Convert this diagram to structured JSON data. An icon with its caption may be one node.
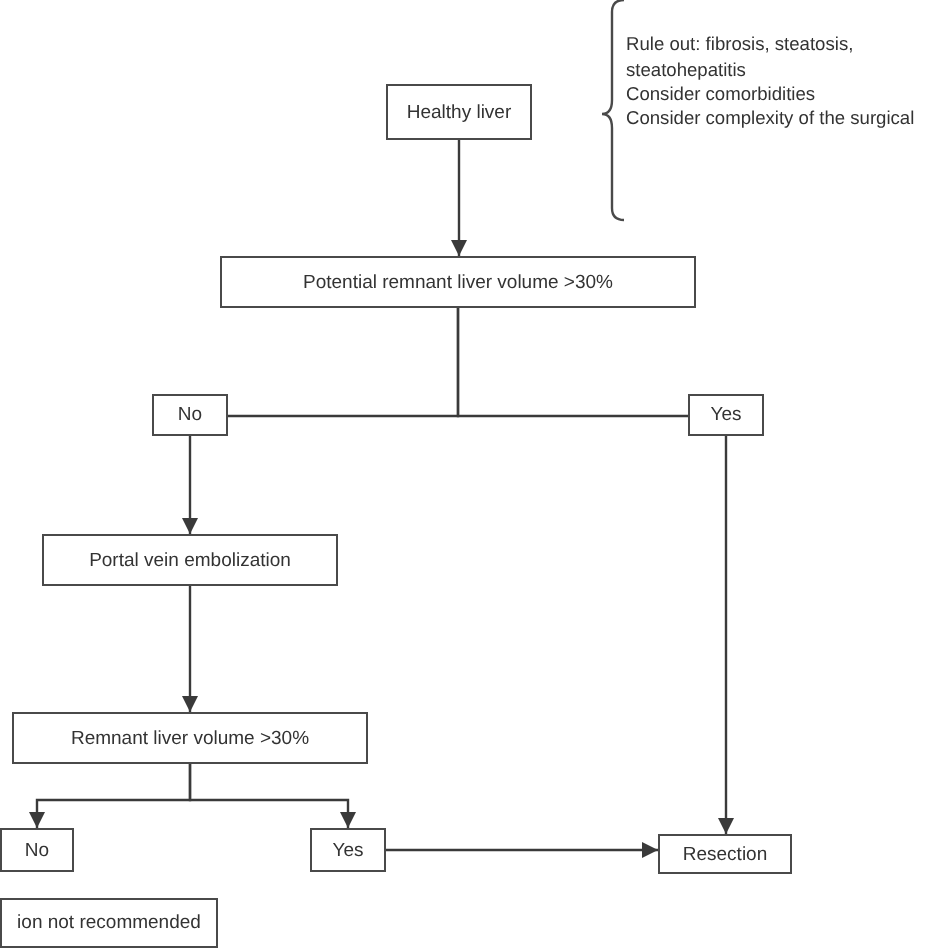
{
  "diagram": {
    "nodes": [
      {
        "text": [
          "Healthy liver"
        ]
      },
      {
        "text": [
          "Potential remnant liver volume >30%"
        ]
      },
      {
        "text": [
          "No"
        ]
      },
      {
        "text": [
          "Yes"
        ]
      },
      {
        "text": [
          "Portal vein embolization"
        ]
      },
      {
        "text": [
          "Remnant liver volume >30%"
        ]
      },
      {
        "text": [
          "No"
        ]
      },
      {
        "text": [
          "Yes"
        ]
      },
      {
        "text": [
          "Resection"
        ]
      },
      {
        "text": [
          "ion not recommended"
        ]
      }
    ],
    "edges": [
      {
        "from": 0,
        "to": 1,
        "arrow": "to"
      },
      {
        "from": 1,
        "to": 2,
        "arrow": "none"
      },
      {
        "from": 1,
        "to": 3,
        "arrow": "none"
      },
      {
        "from": 2,
        "to": 4,
        "arrow": "to"
      },
      {
        "from": 4,
        "to": 5,
        "arrow": "to"
      },
      {
        "from": 5,
        "to": 6,
        "arrow": "to"
      },
      {
        "from": 5,
        "to": 7,
        "arrow": "to"
      },
      {
        "from": 3,
        "to": 8,
        "arrow": "to"
      },
      {
        "from": 7,
        "to": 8,
        "arrow": "to"
      }
    ],
    "labels": [
      "Rule out: fibrosis, steatosis, steatohepatitis",
      "Consider comorbidities",
      "Consider complexity of the surgical"
    ]
  }
}
